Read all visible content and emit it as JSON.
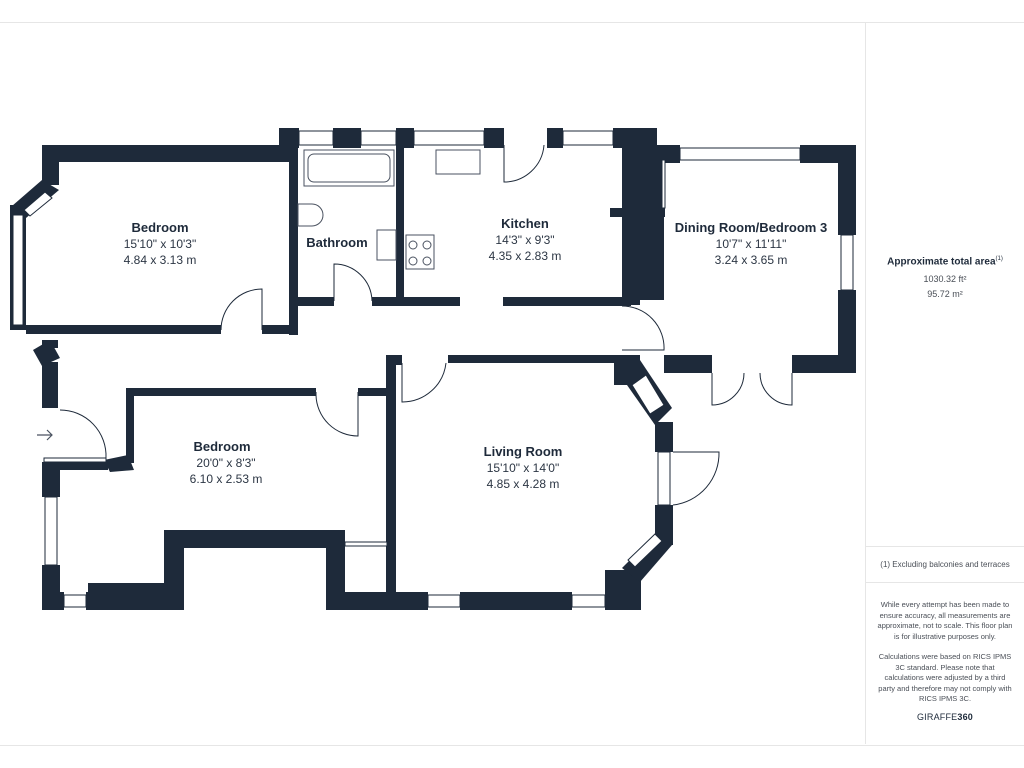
{
  "colors": {
    "wall": "#1e2a3a",
    "window": "#ffffff",
    "fixture": "#4a5260"
  },
  "rooms": [
    {
      "name": "Bedroom",
      "dim_imperial": "15'10\" x 10'3\"",
      "dim_metric": "4.84 x 3.13 m"
    },
    {
      "name": "Bathroom"
    },
    {
      "name": "Kitchen",
      "dim_imperial": "14'3\" x 9'3\"",
      "dim_metric": "4.35 x 2.83 m"
    },
    {
      "name": "Dining Room/Bedroom 3",
      "dim_imperial": "10'7\" x 11'11\"",
      "dim_metric": "3.24 x 3.65 m"
    },
    {
      "name": "Bedroom",
      "dim_imperial": "20'0\" x 8'3\"",
      "dim_metric": "6.10 x 2.53 m"
    },
    {
      "name": "Living Room",
      "dim_imperial": "15'10\" x 14'0\"",
      "dim_metric": "4.85 x 4.28 m"
    }
  ],
  "summary": {
    "title": "Approximate total area",
    "title_note": "(1)",
    "area_ft": "1030.32 ft²",
    "area_m": "95.72 m²"
  },
  "footnote": "(1) Excluding balconies and terraces",
  "disclaimer": [
    "While every attempt has been made to ensure accuracy, all measurements are approximate, not to scale. This floor plan is for illustrative purposes only.",
    "Calculations were based on RICS IPMS 3C standard. Please note that calculations were adjusted by a third party and therefore may not comply with RICS IPMS 3C."
  ],
  "brand": {
    "prefix": "GIRAFFE",
    "suffix": "360"
  },
  "icons": {
    "entrance": "arrow-right-icon"
  }
}
